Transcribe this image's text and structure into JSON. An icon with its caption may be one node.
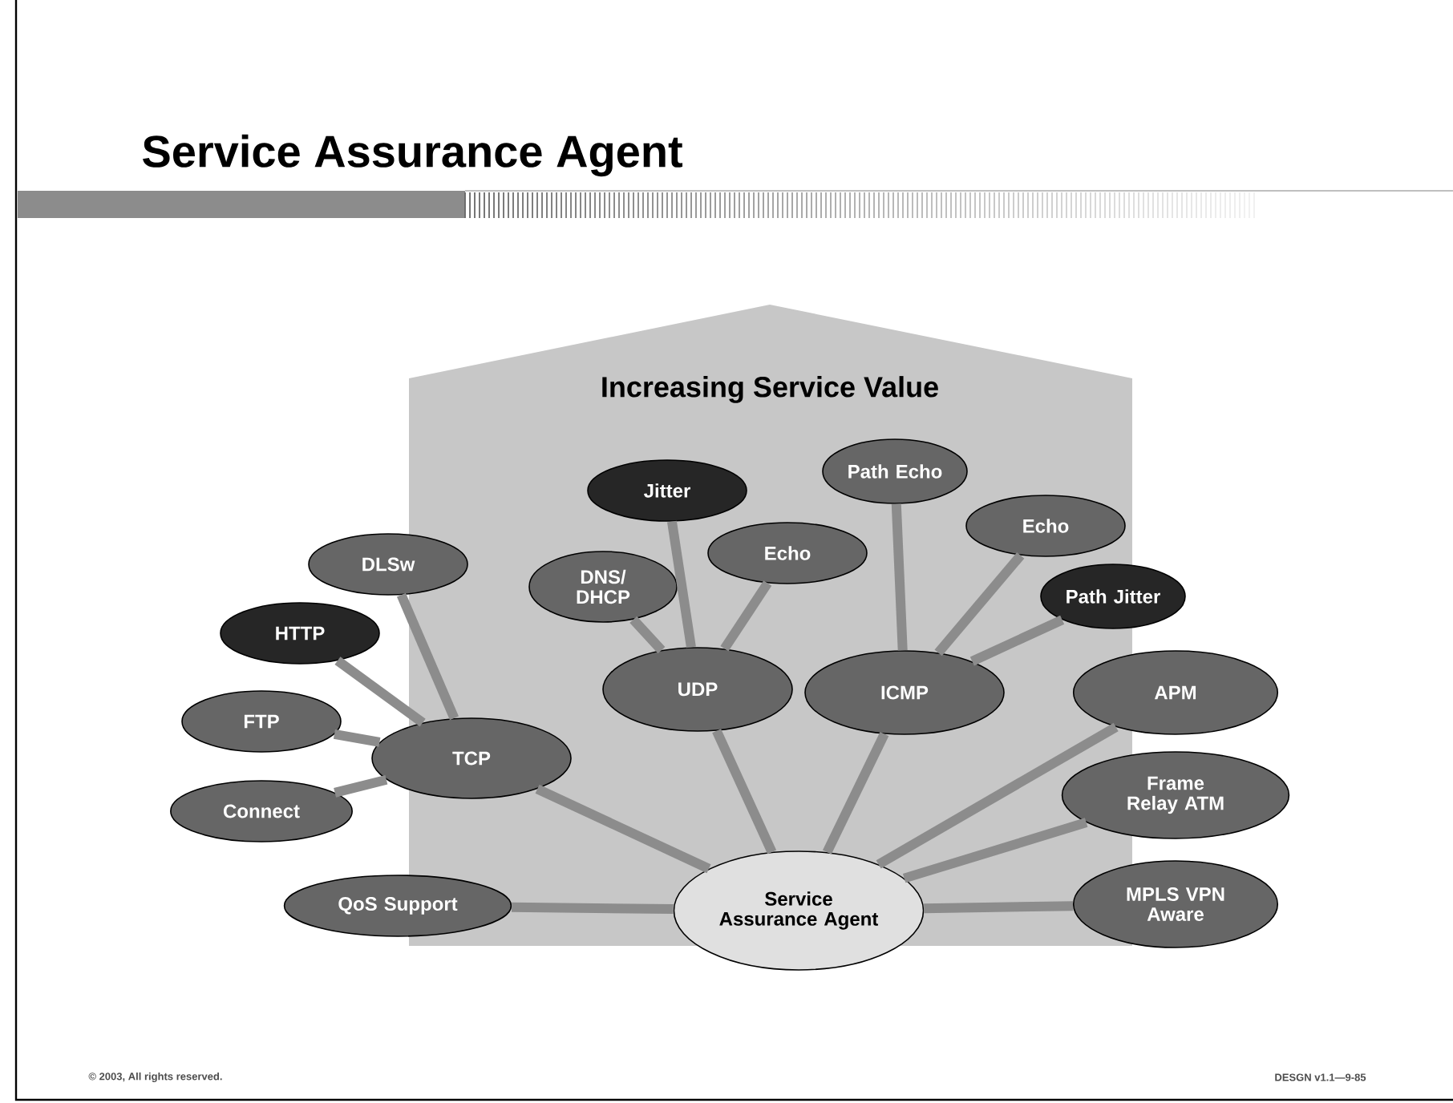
{
  "diagram": {
    "title": "Service Assurance Agent",
    "nodes": [
      {
        "text": [
          "Jitter"
        ]
      },
      {
        "text": [
          "DLSw"
        ]
      },
      {
        "text": [
          "DNS/ DHCP"
        ]
      },
      {
        "text": [
          "Echo"
        ]
      },
      {
        "text": [
          "Path Echo"
        ]
      },
      {
        "text": [
          "Echo"
        ]
      },
      {
        "text": [
          "Path Jitter"
        ]
      },
      {
        "text": [
          "HTTP"
        ]
      },
      {
        "text": [
          "UDP"
        ]
      },
      {
        "text": [
          "ICMP"
        ]
      },
      {
        "text": [
          "APM"
        ]
      },
      {
        "text": [
          "FTP"
        ]
      },
      {
        "text": [
          "TCP"
        ]
      },
      {
        "text": [
          "Connect"
        ]
      },
      {
        "text": [
          "Frame Relay ATM"
        ]
      },
      {
        "text": [
          "QoS Support"
        ]
      },
      {
        "text": [
          "Service Assurance Agent"
        ]
      },
      {
        "text": [
          "MPLS VPN Aware"
        ]
      }
    ],
    "edges": [
      {
        "from": 12,
        "to": 1,
        "arrow": "none"
      },
      {
        "from": 12,
        "to": 7,
        "arrow": "none"
      },
      {
        "from": 12,
        "to": 11,
        "arrow": "none"
      },
      {
        "from": 12,
        "to": 13,
        "arrow": "none"
      },
      {
        "from": 8,
        "to": 0,
        "arrow": "none"
      },
      {
        "from": 8,
        "to": 2,
        "arrow": "none"
      },
      {
        "from": 8,
        "to": 3,
        "arrow": "none"
      },
      {
        "from": 9,
        "to": 4,
        "arrow": "none"
      },
      {
        "from": 9,
        "to": 5,
        "arrow": "none"
      },
      {
        "from": 9,
        "to": 6,
        "arrow": "none"
      },
      {
        "from": 16,
        "to": 12,
        "arrow": "none"
      },
      {
        "from": 16,
        "to": 8,
        "arrow": "none"
      },
      {
        "from": 16,
        "to": 9,
        "arrow": "none"
      },
      {
        "from": 16,
        "to": 10,
        "arrow": "none"
      },
      {
        "from": 16,
        "to": 14,
        "arrow": "none"
      },
      {
        "from": 16,
        "to": 17,
        "arrow": "none"
      },
      {
        "from": 16,
        "to": 15,
        "arrow": "none"
      }
    ],
    "labels": [
      "Increasing Service Value",
      "© 2003, All rights reserved.",
      "DESGN v1.1—9-85"
    ]
  }
}
